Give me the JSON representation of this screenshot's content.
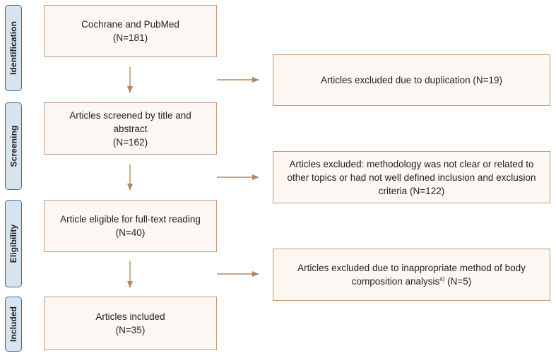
{
  "stages": {
    "identification": "Identification",
    "screening": "Screening",
    "eligibility": "Eligibility",
    "included": "Included"
  },
  "boxes": {
    "sources": {
      "line1": "Cochrane and PubMed",
      "line2": "(N=181)"
    },
    "screened": {
      "line1": "Articles screened by title and abstract",
      "line2": "(N=162)"
    },
    "eligible": {
      "line1": "Article eligible for full-text reading",
      "line2": "(N=40)"
    },
    "included": {
      "line1": "Articles included",
      "line2": "(N=35)"
    }
  },
  "exclusions": {
    "duplication": {
      "line1": "Articles excluded due to duplication (N=19)"
    },
    "methodology": {
      "line1": "Articles excluded: methodology was not clear or related to",
      "line2": "other topics or had not well defined inclusion and exclusion",
      "line3": "criteria (N=122)"
    },
    "method": {
      "line1": "Articles excluded due to inappropriate method of body",
      "line2_pre": "composition analysis",
      "line2_sup": "a)",
      "line2_post": " (N=5)"
    }
  },
  "colors": {
    "stage_fill": "#d7e3ee",
    "stage_border": "#3e6b8f",
    "box_fill": "#fcf7f3",
    "box_border": "#c49a7a",
    "arrow": "#b5865f"
  }
}
